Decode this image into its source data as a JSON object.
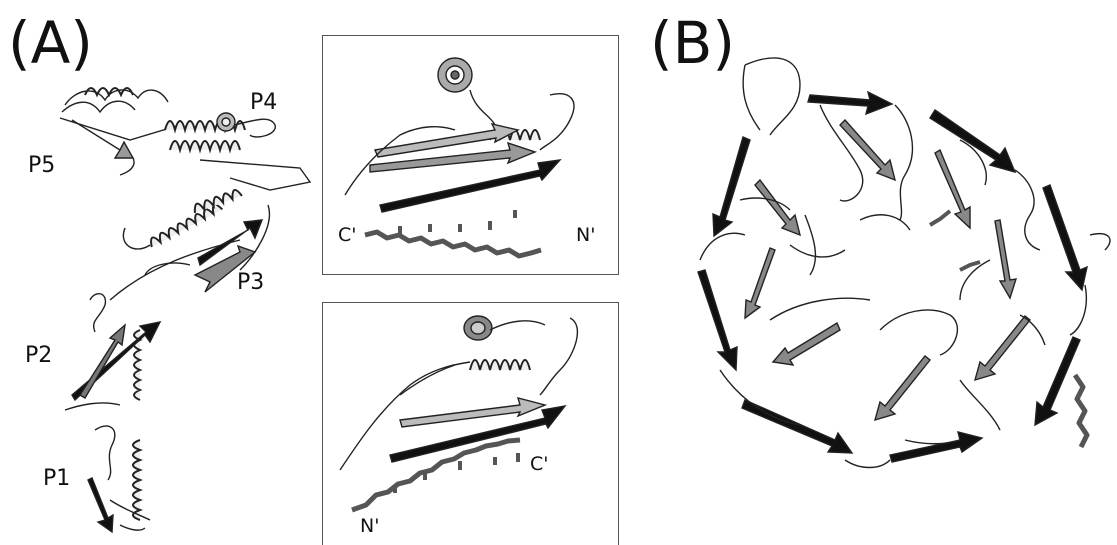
{
  "figure": {
    "panel_a_label": "(A)",
    "panel_b_label": "(B)",
    "domains": [
      "P1",
      "P2",
      "P3",
      "P4",
      "P5"
    ],
    "inset_top": {
      "c_term": "C'",
      "n_term": "N'"
    },
    "inset_bottom": {
      "c_term": "C'",
      "n_term": "N'"
    }
  }
}
